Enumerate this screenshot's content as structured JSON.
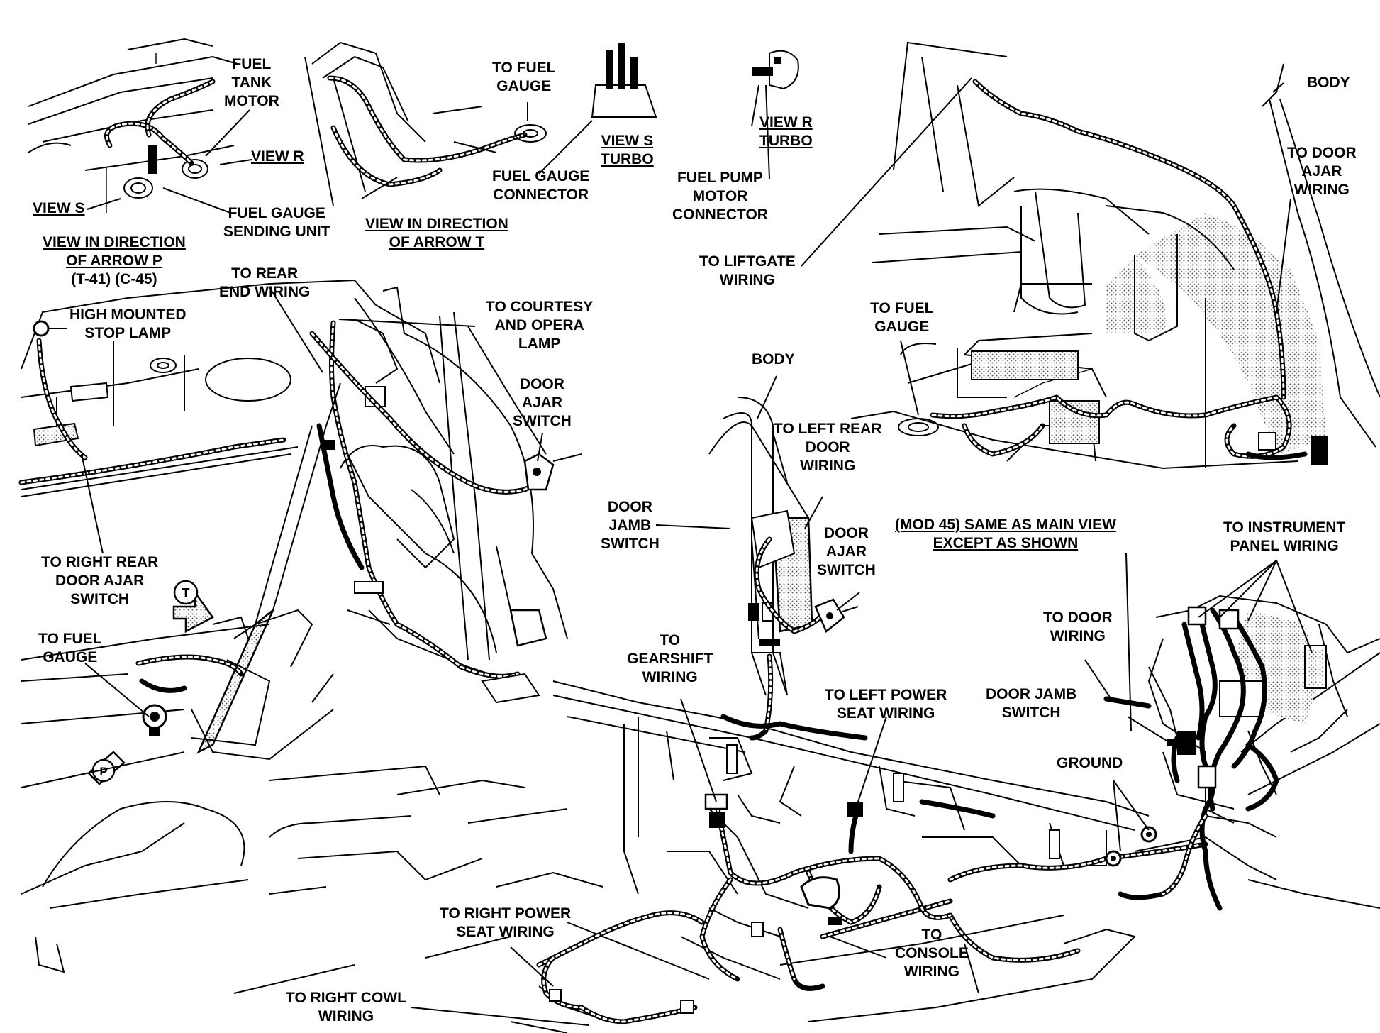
{
  "labels": {
    "fuel_tank_motor": [
      "FUEL",
      "TANK",
      "MOTOR"
    ],
    "view_r": "VIEW R",
    "view_s": "VIEW S",
    "fuel_gauge_sending_unit": [
      "FUEL GAUGE",
      "SENDING UNIT"
    ],
    "view_arrow_p": [
      "VIEW IN DIRECTION",
      "OF ARROW P",
      "(T-41)  (C-45)"
    ],
    "view_arrow_t": [
      "VIEW IN DIRECTION",
      "OF ARROW T"
    ],
    "to_fuel_gauge_top": [
      "TO FUEL",
      "GAUGE"
    ],
    "fuel_gauge_connector": [
      "FUEL GAUGE",
      "CONNECTOR"
    ],
    "view_s_turbo": [
      "VIEW S",
      "TURBO"
    ],
    "view_r_turbo": [
      "VIEW R",
      "TURBO"
    ],
    "fuel_pump_motor_connector": [
      "FUEL PUMP",
      "MOTOR",
      "CONNECTOR"
    ],
    "body_top": "BODY",
    "to_door_ajar_wiring": [
      "TO DOOR",
      "AJAR",
      "WIRING"
    ],
    "to_liftgate_wiring": [
      "TO LIFTGATE",
      "WIRING"
    ],
    "to_fuel_gauge_right": [
      "TO FUEL",
      "GAUGE"
    ],
    "to_rear_end_wiring": [
      "TO REAR",
      "END WIRING"
    ],
    "high_mounted_stop_lamp": [
      "HIGH MOUNTED",
      "STOP LAMP"
    ],
    "to_courtesy_opera_lamp": [
      "TO COURTESY",
      "AND OPERA",
      "LAMP"
    ],
    "door_ajar_switch_center": [
      "DOOR",
      "AJAR",
      "SWITCH"
    ],
    "body_center": "BODY",
    "to_left_rear_door_wiring": [
      "TO LEFT REAR",
      "DOOR",
      "WIRING"
    ],
    "to_right_rear_door_ajar_switch": [
      "TO RIGHT REAR",
      "DOOR AJAR",
      "SWITCH"
    ],
    "door_jamb_switch_center": [
      "DOOR",
      "JAMB",
      "SWITCH"
    ],
    "door_ajar_switch_right": [
      "DOOR",
      "AJAR",
      "SWITCH"
    ],
    "mod45": [
      "(MOD 45) SAME AS MAIN VIEW",
      "EXCEPT AS SHOWN"
    ],
    "to_instrument_panel_wiring": [
      "TO INSTRUMENT",
      "PANEL WIRING"
    ],
    "to_fuel_gauge_left": [
      "TO FUEL",
      "GAUGE"
    ],
    "to_gearshift_wiring": [
      "TO",
      "GEARSHIFT",
      "WIRING"
    ],
    "to_left_power_seat_wiring": [
      "TO LEFT POWER",
      "SEAT WIRING"
    ],
    "to_door_wiring": [
      "TO DOOR",
      "WIRING"
    ],
    "door_jamb_switch_right": [
      "DOOR JAMB",
      "SWITCH"
    ],
    "ground": "GROUND",
    "to_right_power_seat_wiring": [
      "TO RIGHT POWER",
      "SEAT WIRING"
    ],
    "to_console_wiring": [
      "TO",
      "CONSOLE",
      "WIRING"
    ],
    "to_right_cowl_wiring": [
      "TO RIGHT COWL",
      "WIRING"
    ]
  },
  "callouts": {
    "arrow_t": "T",
    "arrow_p": "P"
  },
  "colors": {
    "ink": "#000000",
    "paper": "#ffffff",
    "stipple": "#9a9a9a"
  }
}
